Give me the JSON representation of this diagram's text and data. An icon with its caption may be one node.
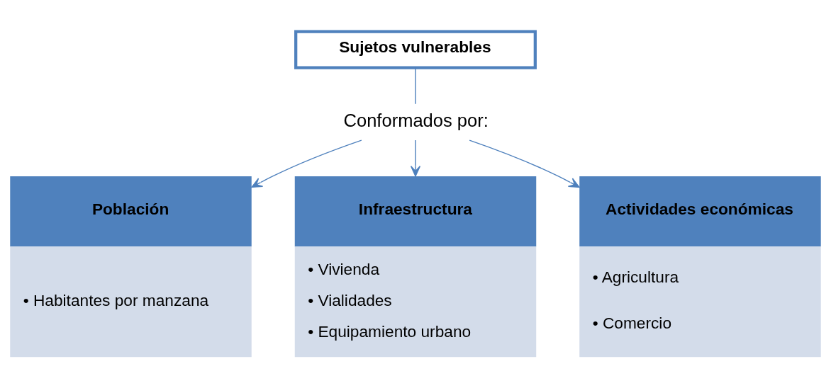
{
  "diagram": {
    "nodes": [
      {
        "text": [
          "Sujetos vulnerables"
        ]
      },
      {
        "text": [
          "Conformados por:"
        ]
      },
      {
        "text": [
          "Población",
          "• Habitantes por manzana"
        ]
      },
      {
        "text": [
          "Infraestructura",
          "• Vivienda",
          "• Vialidades",
          "• Equipamiento urbano"
        ]
      },
      {
        "text": [
          "Actividades económicas",
          "• Agricultura",
          "• Comercio"
        ]
      }
    ],
    "edges": [
      {
        "from": 0,
        "to": 1,
        "arrow": "none"
      },
      {
        "from": 1,
        "to": 2,
        "arrow": "to"
      },
      {
        "from": 1,
        "to": 3,
        "arrow": "to"
      },
      {
        "from": 1,
        "to": 4,
        "arrow": "to"
      }
    ]
  }
}
